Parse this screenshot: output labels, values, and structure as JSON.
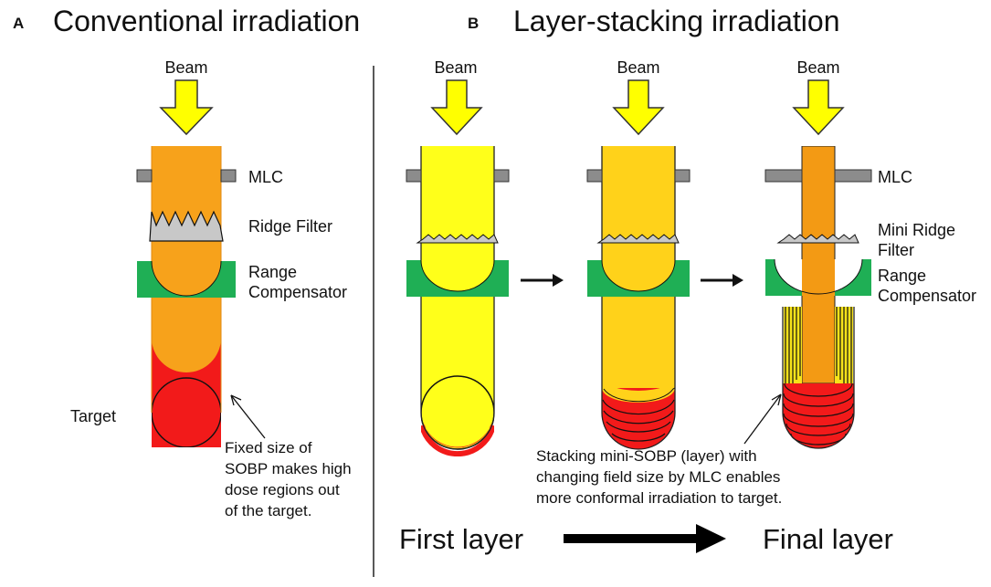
{
  "panel_a": {
    "letter": "A",
    "title": "Conventional irradiation",
    "beam_label": "Beam",
    "mlc_label": "MLC",
    "ridge_filter_label": "Ridge Filter",
    "range_compensator_label": [
      "Range",
      "Compensator"
    ],
    "target_label": "Target",
    "note": [
      "Fixed size of",
      "SOBP makes high",
      "dose regions out",
      "of the target."
    ]
  },
  "panel_b": {
    "letter": "B",
    "title": "Layer-stacking irradiation",
    "beam_labels": [
      "Beam",
      "Beam",
      "Beam"
    ],
    "mlc_label": "MLC",
    "mini_ridge_filter_label": [
      "Mini Ridge",
      "Filter"
    ],
    "range_compensator_label": [
      "Range",
      "Compensator"
    ],
    "note": [
      "Stacking mini-SOBP (layer) with",
      "changing field size by MLC enables",
      "more conformal irradiation to target."
    ],
    "first_layer_label": "First layer",
    "final_layer_label": "Final layer"
  },
  "colors": {
    "beam_arrow": "#ffff00",
    "orange_beam": "#f7a21b",
    "deep_orange": "#f39a14",
    "yellow_beam": "#ffff1a",
    "gold_beam": "#ffd21a",
    "target_red": "#f21a1a",
    "compensator_green": "#1faf55",
    "mlc_gray": "#8c8c8c",
    "filter_gray": "#c8c8c8"
  }
}
